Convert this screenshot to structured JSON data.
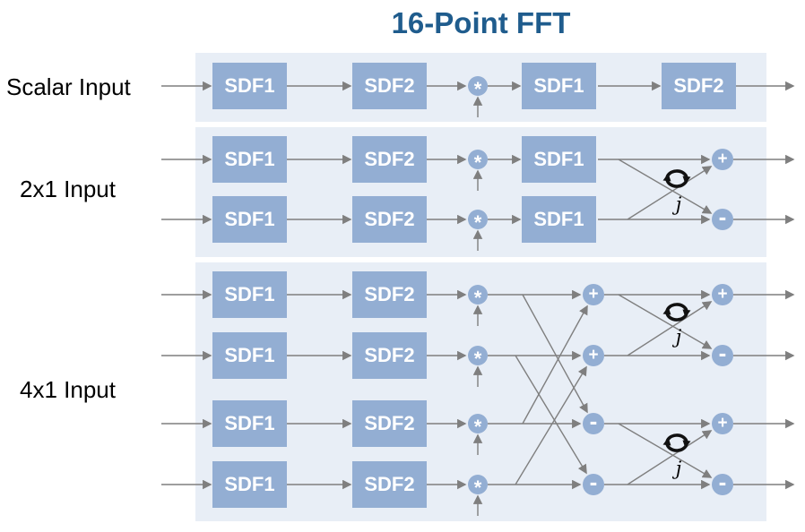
{
  "title": "16-Point FFT",
  "block_labels": {
    "sdf1": "SDF1",
    "sdf2": "SDF2"
  },
  "rows": [
    {
      "label": "Scalar Input",
      "lanes": 1
    },
    {
      "label": "2x1 Input",
      "lanes": 2
    },
    {
      "label": "4x1 Input",
      "lanes": 4
    }
  ],
  "operators": {
    "multiply": "*",
    "add": "+",
    "subtract": "-"
  },
  "rotate_label": "j",
  "colors": {
    "title": "#1F5C8D",
    "panel": "#E8EEF6",
    "block": "#93AED3",
    "line": "#7F7F7F",
    "rotate_icon": "#111111",
    "label_text": "#000000",
    "block_text": "#FFFFFF"
  }
}
